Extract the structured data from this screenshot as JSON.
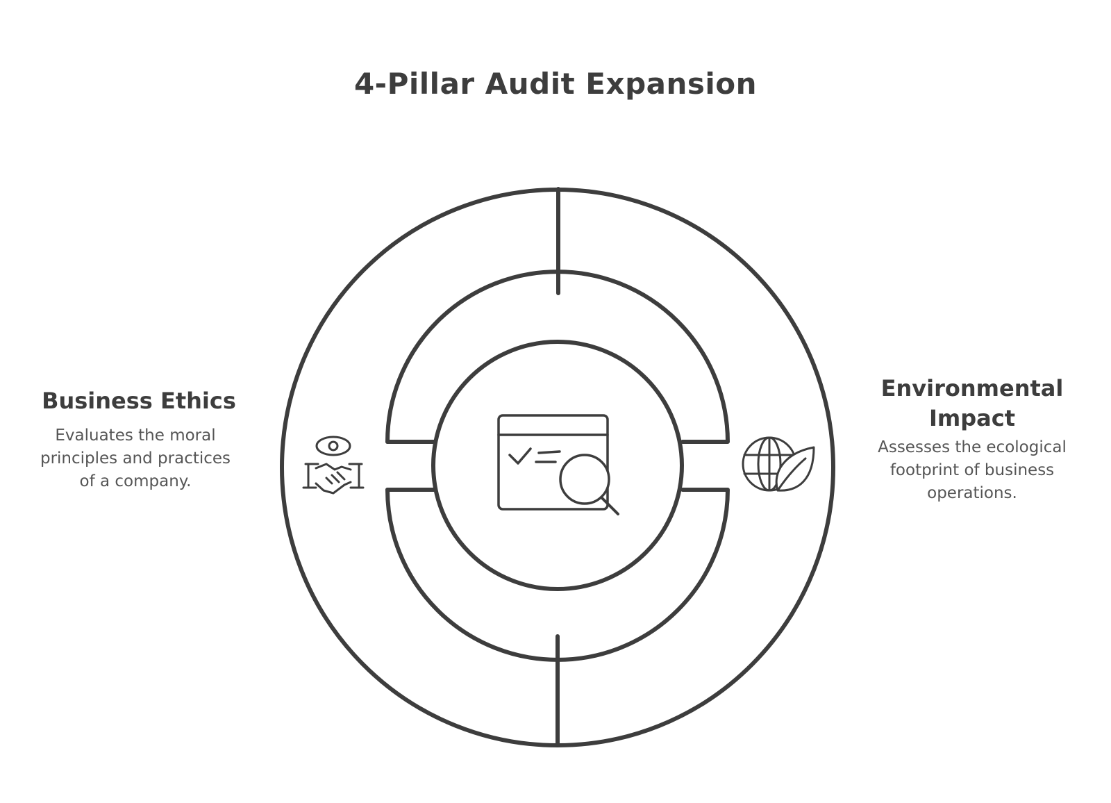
{
  "title": "4-Pillar Audit Expansion",
  "pillars": [
    {
      "heading": "Business Ethics",
      "description": "Evaluates the moral principles and practices of a company.",
      "icon": "handshake-eye-icon"
    },
    {
      "heading": "Environmental Impact",
      "description": "Assesses the ecological footprint of business operations.",
      "icon": "globe-leaf-icon"
    }
  ],
  "center_icon": "audit-checklist-magnifier-icon",
  "colors": {
    "stroke": "#3d3d3d",
    "text": "#3d3d3d",
    "description": "#555555",
    "background": "#ffffff"
  }
}
